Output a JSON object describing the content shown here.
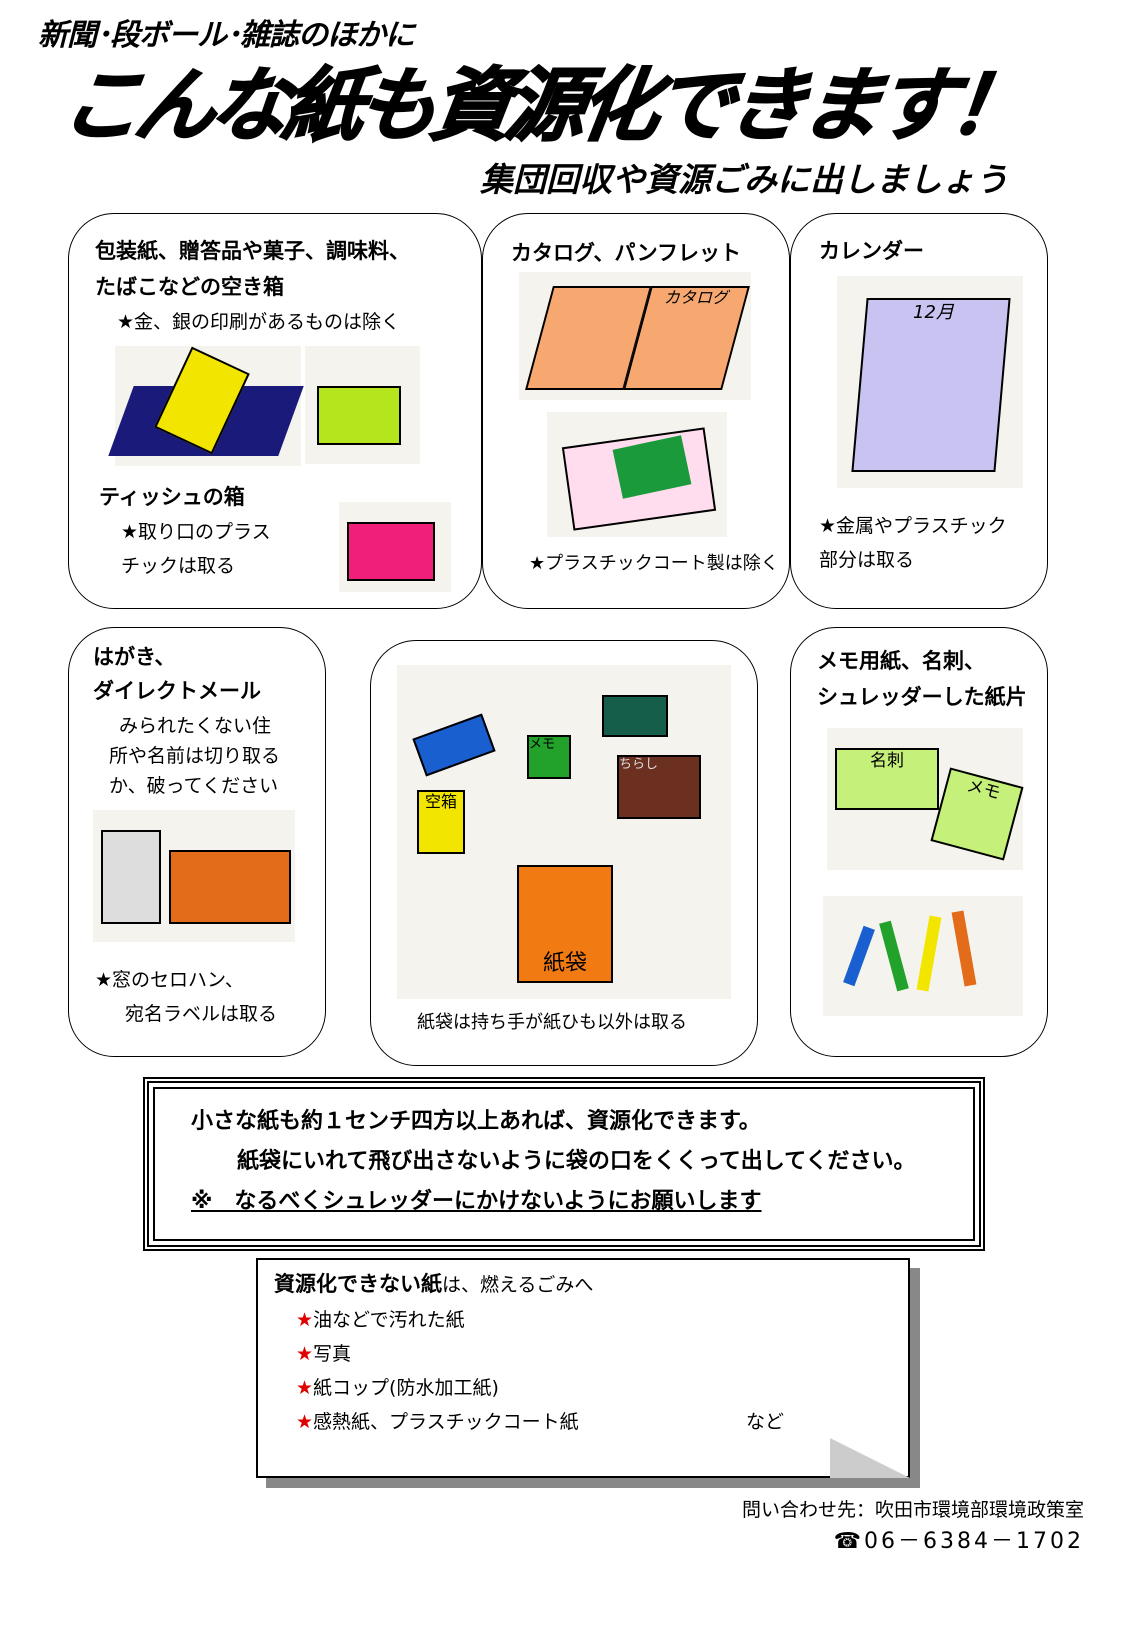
{
  "header": {
    "subtitle": "新聞･段ボール･雑誌のほかに",
    "title": "こんな紙も資源化できます！",
    "tagline": "集団回収や資源ごみに出しましょう"
  },
  "items": [
    {
      "title_lines": [
        "包装紙、贈答品や菓子、調味料、",
        "たばこなどの空き箱"
      ],
      "note": "★金、銀の印刷があるものは除く",
      "sub_title": "ティッシュの箱",
      "sub_note_lines": [
        "★取り口のプラス",
        "チックは取る"
      ]
    },
    {
      "title": "カタログ、パンフレット",
      "note": "★プラスチックコート製は除く",
      "drawing_text": "カタログ"
    },
    {
      "title": "カレンダー",
      "note_lines": [
        "★金属やプラスチック",
        "部分は取る"
      ],
      "drawing_text": "12月"
    },
    {
      "title_lines": [
        "はがき、",
        "ダイレクトメール"
      ],
      "note_lines": [
        "みられたくない住",
        "所や名前は切り取る",
        "か、破ってください"
      ],
      "note2_lines": [
        "★窓のセロハン、",
        "宛名ラベルは取る"
      ]
    },
    {
      "note": "紙袋は持ち手が紙ひも以外は取る",
      "drawing_labels": [
        "紙袋",
        "空箱",
        "メモ",
        "ちらし"
      ]
    },
    {
      "title_lines": [
        "メモ用紙、名刺、",
        "シュレッダーした紙片"
      ],
      "drawing_labels": [
        "名刺",
        "メモ"
      ]
    }
  ],
  "notice": {
    "line1": "小さな紙も約１センチ四方以上あれば、資源化できます。",
    "line2": "紙袋にいれて飛び出さないように袋の口をくくって出してください。",
    "line3": "※　なるべくシュレッダーにかけないようにお願いします"
  },
  "not_recyclable": {
    "heading_bold": "資源化できない紙",
    "heading_rest": "は、燃えるごみへ",
    "items": [
      "油などで汚れた紙",
      "写真",
      "紙コップ(防水加工紙)",
      "感熱紙、プラスチックコート紙"
    ],
    "suffix": "など",
    "bullet": "★"
  },
  "footer": {
    "contact": "問い合わせ先：吹田市環境部環境政策室",
    "phone": "☎06－6384－1702"
  }
}
